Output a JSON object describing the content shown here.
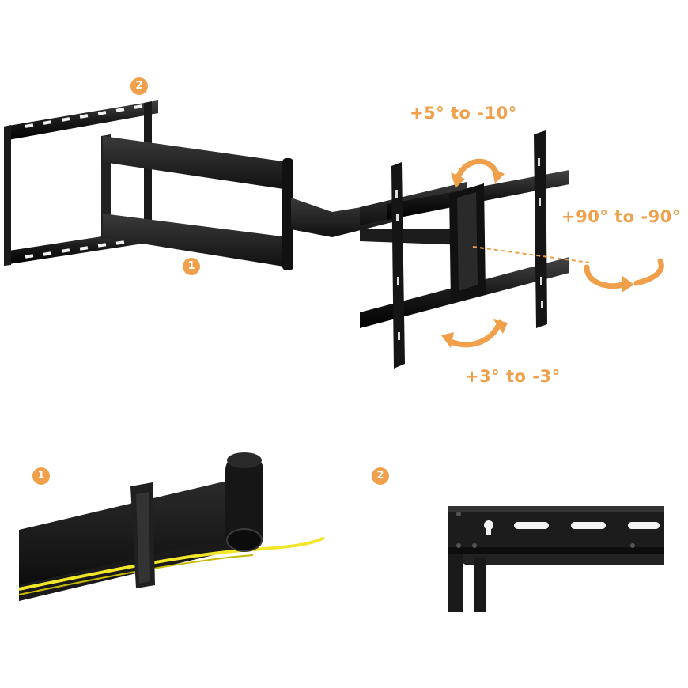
{
  "colors": {
    "accent": "#f0a04b",
    "metal": "#1c1c1c",
    "metal_highlight": "#3a3a3a",
    "cable": "#f2e62a"
  },
  "callouts": {
    "one": "1",
    "two": "2"
  },
  "angles": {
    "tilt": "+5° to -10°",
    "swivel": "+90° to -90°",
    "rotate": "+3° to -3°"
  }
}
